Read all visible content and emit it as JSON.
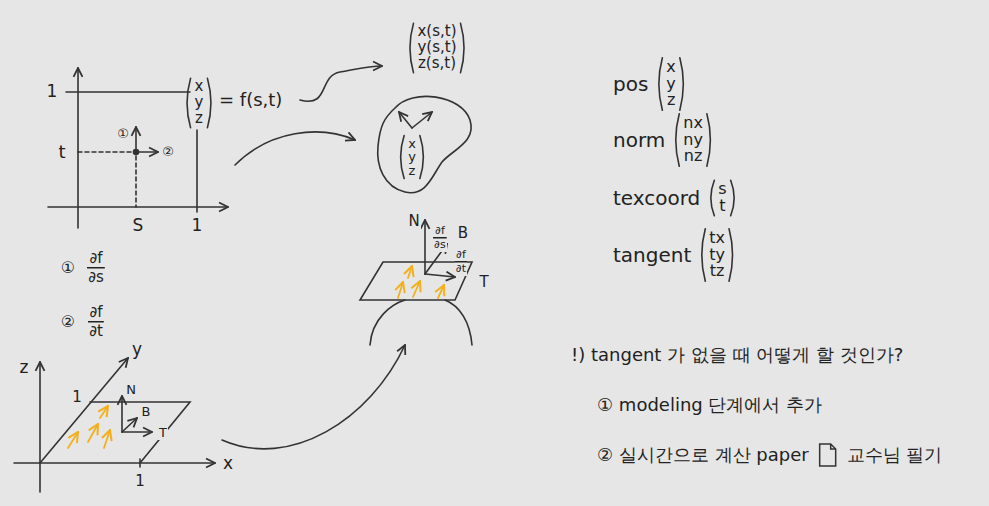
{
  "diagram": {
    "labels": [
      "1",
      "t",
      "①",
      "②",
      "S",
      "1",
      "x y z",
      "= f(s,t)",
      "x(s,t) y(s,t) z(s,t)",
      "x y z",
      "①",
      "∂f ∂s",
      "②",
      "∂f ∂t",
      "N",
      "∂f ∂s",
      "B",
      "∂f ∂t",
      "T",
      "z",
      "y",
      "1",
      "N",
      "B",
      "T",
      "x",
      "1",
      "pos",
      "x y z",
      "norm",
      "nx ny nz",
      "texcoord",
      "s t",
      "tangent",
      "tx ty tz",
      "!) tangent 가 없을 때 어떻게 할 것인가?",
      "① modeling 단계에서 추가",
      "② 실시간으로 계산 paper",
      "교수님 필기"
    ]
  }
}
